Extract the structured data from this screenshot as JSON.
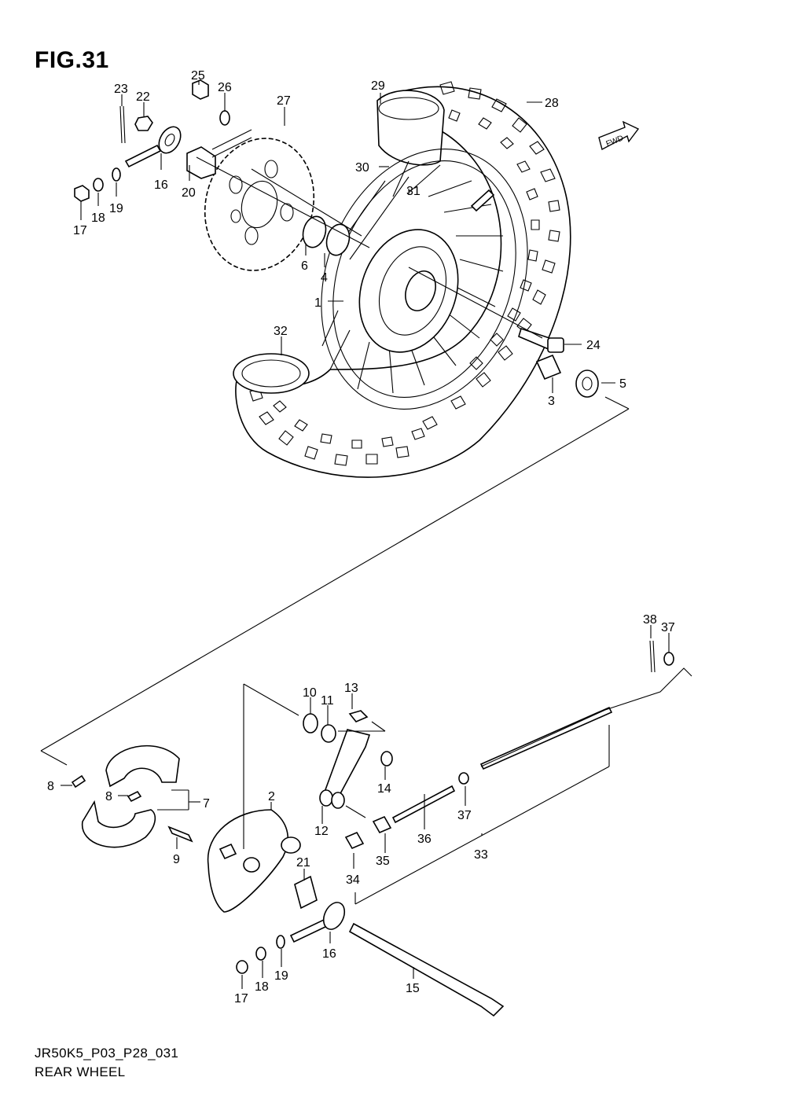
{
  "figure": {
    "title": "FIG.31",
    "code": "JR50K5_P03_P28_031",
    "name": "REAR WHEEL",
    "fwd_label": "FWD"
  },
  "callouts": [
    {
      "id": "c1",
      "label": "1"
    },
    {
      "id": "c2",
      "label": "2"
    },
    {
      "id": "c3",
      "label": "3"
    },
    {
      "id": "c4",
      "label": "4"
    },
    {
      "id": "c5",
      "label": "5"
    },
    {
      "id": "c6",
      "label": "6"
    },
    {
      "id": "c7",
      "label": "7"
    },
    {
      "id": "c8a",
      "label": "8"
    },
    {
      "id": "c8b",
      "label": "8"
    },
    {
      "id": "c9",
      "label": "9"
    },
    {
      "id": "c10",
      "label": "10"
    },
    {
      "id": "c11",
      "label": "11"
    },
    {
      "id": "c12",
      "label": "12"
    },
    {
      "id": "c13",
      "label": "13"
    },
    {
      "id": "c14",
      "label": "14"
    },
    {
      "id": "c15",
      "label": "15"
    },
    {
      "id": "c16a",
      "label": "16"
    },
    {
      "id": "c16b",
      "label": "16"
    },
    {
      "id": "c17a",
      "label": "17"
    },
    {
      "id": "c17b",
      "label": "17"
    },
    {
      "id": "c18a",
      "label": "18"
    },
    {
      "id": "c18b",
      "label": "18"
    },
    {
      "id": "c19a",
      "label": "19"
    },
    {
      "id": "c19b",
      "label": "19"
    },
    {
      "id": "c20",
      "label": "20"
    },
    {
      "id": "c21",
      "label": "21"
    },
    {
      "id": "c22",
      "label": "22"
    },
    {
      "id": "c23",
      "label": "23"
    },
    {
      "id": "c24",
      "label": "24"
    },
    {
      "id": "c25",
      "label": "25"
    },
    {
      "id": "c26",
      "label": "26"
    },
    {
      "id": "c27",
      "label": "27"
    },
    {
      "id": "c28",
      "label": "28"
    },
    {
      "id": "c29",
      "label": "29"
    },
    {
      "id": "c30",
      "label": "30"
    },
    {
      "id": "c31",
      "label": "31"
    },
    {
      "id": "c32",
      "label": "32"
    },
    {
      "id": "c33",
      "label": "33"
    },
    {
      "id": "c34",
      "label": "34"
    },
    {
      "id": "c35",
      "label": "35"
    },
    {
      "id": "c36",
      "label": "36"
    },
    {
      "id": "c37a",
      "label": "37"
    },
    {
      "id": "c37b",
      "label": "37"
    },
    {
      "id": "c38",
      "label": "38"
    }
  ]
}
